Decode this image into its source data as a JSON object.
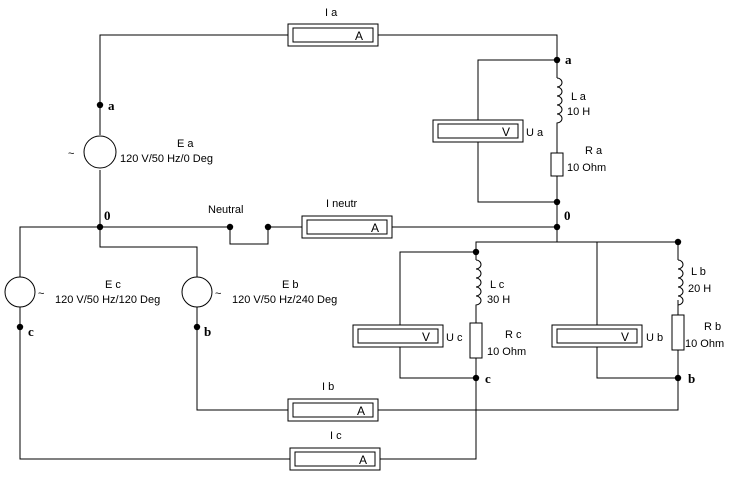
{
  "meters": {
    "ia": {
      "label": "I a",
      "unit": "A"
    },
    "ineutr": {
      "label": "I neutr",
      "unit": "A"
    },
    "ib": {
      "label": "I b",
      "unit": "A"
    },
    "ic": {
      "label": "I c",
      "unit": "A"
    },
    "ua": {
      "label": "U a",
      "unit": "V"
    },
    "uc": {
      "label": "U c",
      "unit": "V"
    },
    "ub": {
      "label": "U b",
      "unit": "V"
    }
  },
  "sources": {
    "ea": {
      "name": "E a",
      "spec": "120 V/50 Hz/0 Deg"
    },
    "eb": {
      "name": "E b",
      "spec": "120 V/50 Hz/240 Deg"
    },
    "ec": {
      "name": "E c",
      "spec": "120 V/50 Hz/120 Deg"
    }
  },
  "inductors": {
    "la": {
      "name": "L a",
      "value": "10 H"
    },
    "lb": {
      "name": "L b",
      "value": "20 H"
    },
    "lc": {
      "name": "L c",
      "value": "30 H"
    }
  },
  "resistors": {
    "ra": {
      "name": "R a",
      "value": "10  Ohm"
    },
    "rb": {
      "name": "R b",
      "value": "10  Ohm"
    },
    "rc": {
      "name": "R c",
      "value": "10  Ohm"
    }
  },
  "switch": {
    "label": "Neutral"
  },
  "nodes": {
    "a": "a",
    "b": "b",
    "c": "c",
    "zero": "0"
  },
  "source_symbol": "~"
}
